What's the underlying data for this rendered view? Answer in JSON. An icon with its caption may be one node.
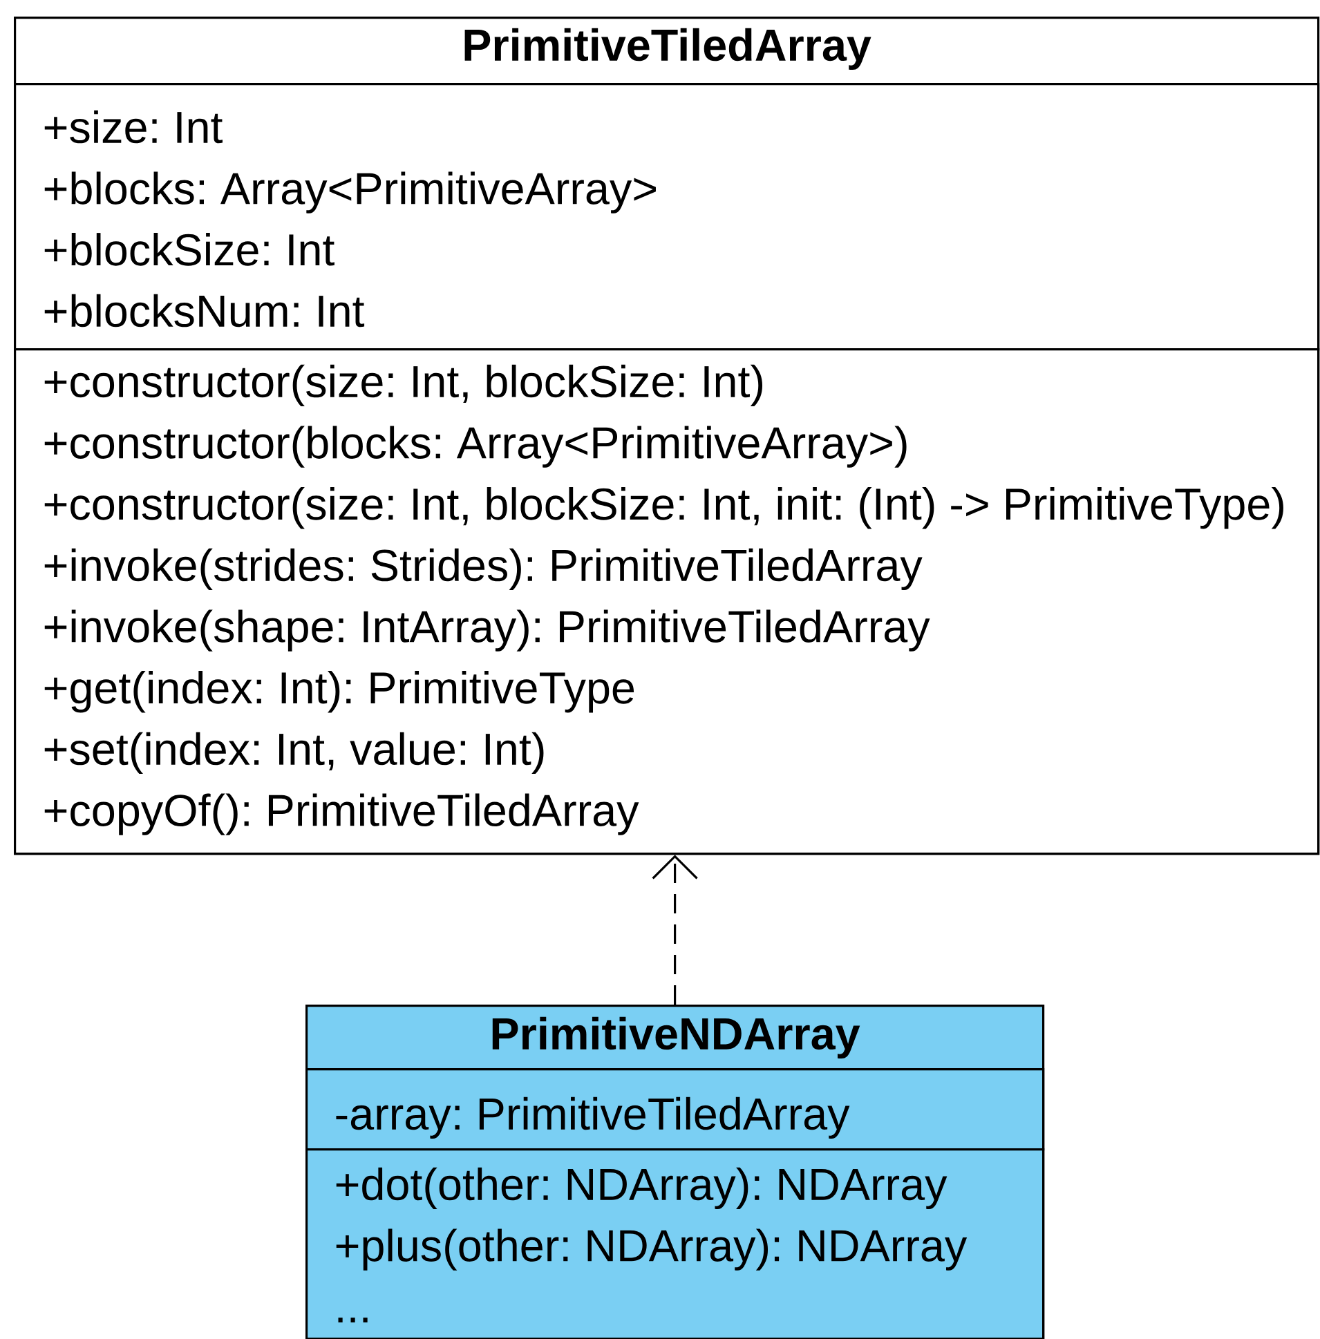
{
  "diagram": {
    "nodes": [
      {
        "text": [
          "PrimitiveTiledArray"
        ]
      },
      {
        "text": [
          "+size: Int",
          "+blocks: Array<PrimitiveArray>",
          "+blockSize: Int",
          "+blocksNum: Int"
        ],
        "in": 0
      },
      {
        "text": [
          "+constructor(size: Int, blockSize: Int)",
          "+constructor(blocks: Array<PrimitiveArray>)",
          "+constructor(size: Int, blockSize: Int, init: (Int) -> PrimitiveType)",
          "+invoke(strides: Strides): PrimitiveTiledArray",
          "+invoke(shape: IntArray): PrimitiveTiledArray",
          "+get(index: Int): PrimitiveType",
          "+set(index: Int, value: Int)",
          "+copyOf(): PrimitiveTiledArray"
        ],
        "in": 0
      },
      {
        "text": [
          "PrimitiveNDArray"
        ]
      },
      {
        "text": [
          "-array: PrimitiveTiledArray"
        ],
        "in": 3
      },
      {
        "text": [
          "+dot(other: NDArray): NDArray",
          "+plus(other: NDArray): NDArray",
          "..."
        ],
        "in": 3
      }
    ],
    "edges": [
      {
        "from": 3,
        "to": 0,
        "arrow": "to",
        "style": "dashed"
      }
    ]
  }
}
